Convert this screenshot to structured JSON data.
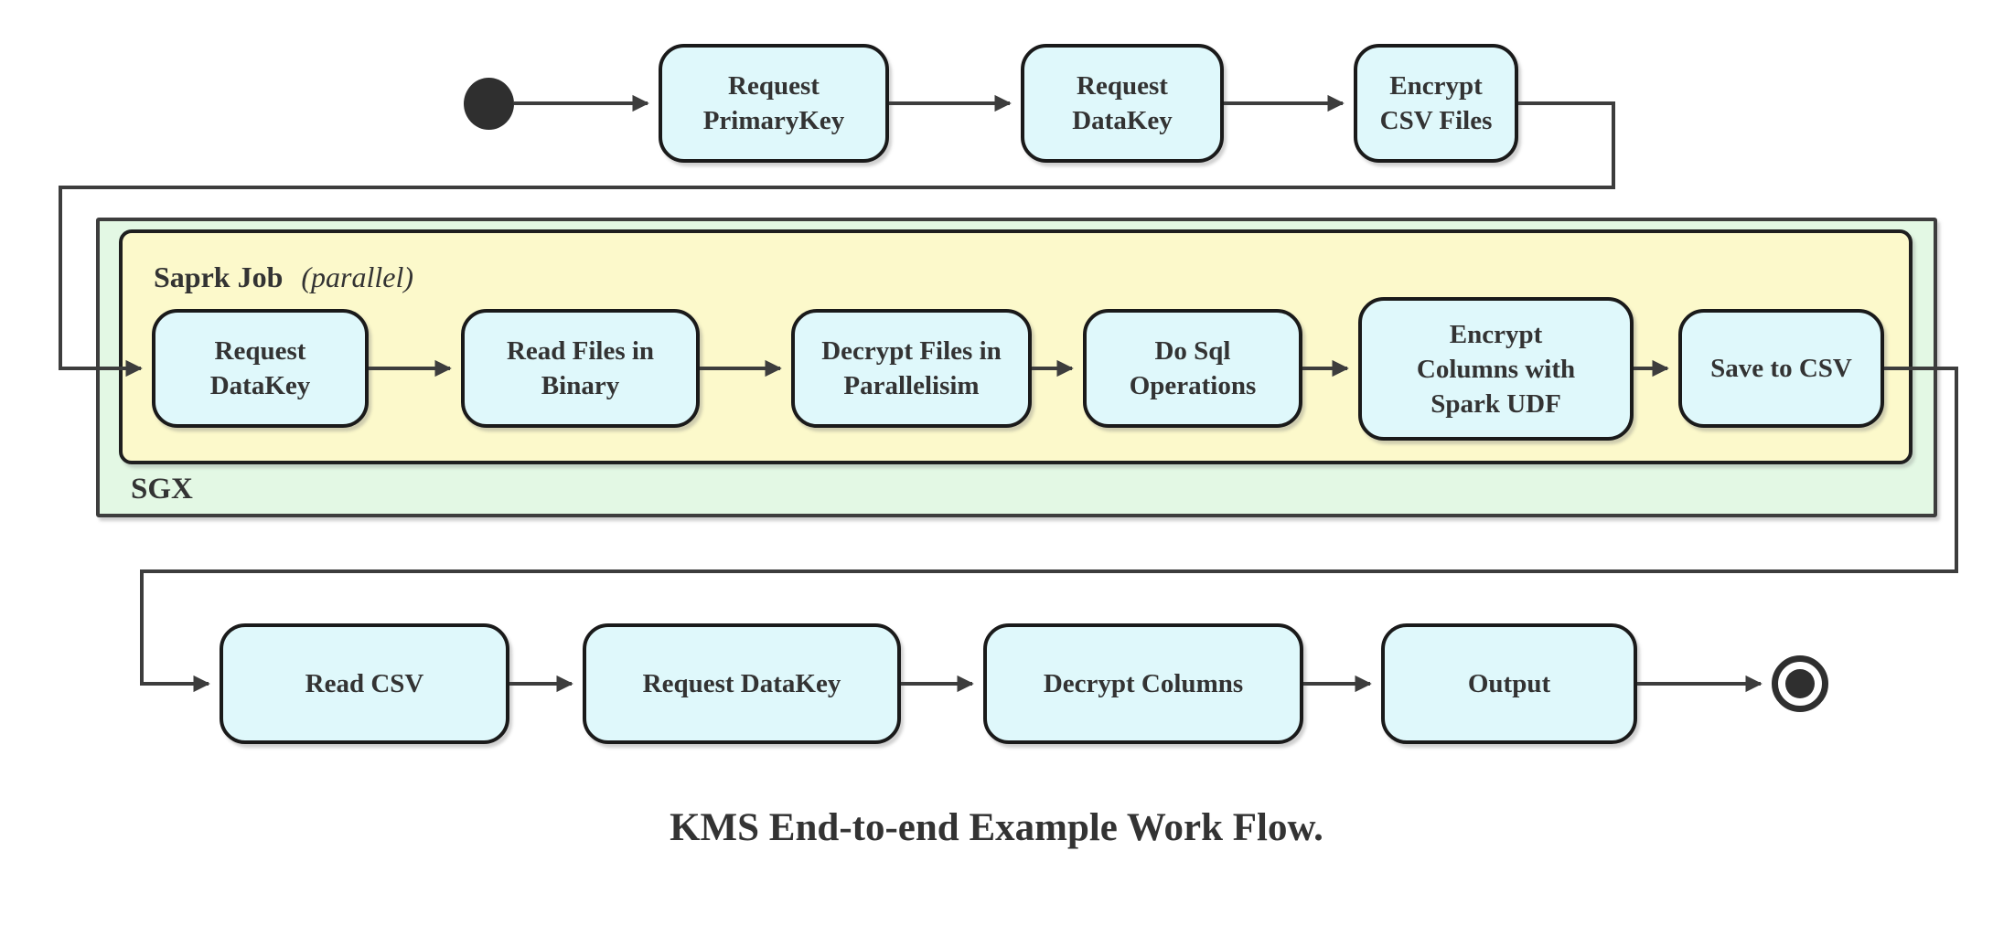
{
  "caption": "KMS End-to-end Example Work Flow.",
  "containers": {
    "sgx": {
      "label": "SGX"
    },
    "spark_job": {
      "title": "Saprk Job",
      "modifier": "(parallel)"
    }
  },
  "nodes": {
    "top_row": [
      {
        "id": "request-primarykey",
        "lines": [
          "Request",
          "PrimaryKey"
        ]
      },
      {
        "id": "request-datakey",
        "lines": [
          "Request",
          "DataKey"
        ]
      },
      {
        "id": "encrypt-csv-files",
        "lines": [
          "Encrypt",
          "CSV Files"
        ]
      }
    ],
    "spark_row": [
      {
        "id": "request-datakey-2",
        "lines": [
          "Request",
          "DataKey"
        ]
      },
      {
        "id": "read-files-in-binary",
        "lines": [
          "Read Files in",
          "Binary"
        ]
      },
      {
        "id": "decrypt-files-in-parallelisim",
        "lines": [
          "Decrypt Files in",
          "Parallelisim"
        ]
      },
      {
        "id": "do-sql-operations",
        "lines": [
          "Do Sql",
          "Operations"
        ]
      },
      {
        "id": "encrypt-columns-with-spark-udf",
        "lines": [
          "Encrypt",
          "Columns with",
          "Spark UDF"
        ]
      },
      {
        "id": "save-to-csv",
        "lines": [
          "Save to CSV"
        ]
      }
    ],
    "bottom_row": [
      {
        "id": "read-csv",
        "lines": [
          "Read CSV"
        ]
      },
      {
        "id": "request-datakey-3",
        "lines": [
          "Request DataKey"
        ]
      },
      {
        "id": "decrypt-columns",
        "lines": [
          "Decrypt Columns"
        ]
      },
      {
        "id": "output",
        "lines": [
          "Output"
        ]
      }
    ]
  },
  "flow_edges": [
    [
      "start",
      "Request PrimaryKey"
    ],
    [
      "Request PrimaryKey",
      "Request DataKey"
    ],
    [
      "Request DataKey",
      "Encrypt CSV Files"
    ],
    [
      "Encrypt CSV Files",
      "Request DataKey (Saprk Job)"
    ],
    [
      "Request DataKey (Saprk Job)",
      "Read Files in Binary"
    ],
    [
      "Read Files in Binary",
      "Decrypt Files in Parallelisim"
    ],
    [
      "Decrypt Files in Parallelisim",
      "Do Sql Operations"
    ],
    [
      "Do Sql Operations",
      "Encrypt Columns with Spark UDF"
    ],
    [
      "Encrypt Columns with Spark UDF",
      "Save to CSV"
    ],
    [
      "Save to CSV",
      "Read CSV"
    ],
    [
      "Read CSV",
      "Request DataKey (after SGX)"
    ],
    [
      "Request DataKey (after SGX)",
      "Decrypt Columns"
    ],
    [
      "Decrypt Columns",
      "Output"
    ],
    [
      "Output",
      "end"
    ]
  ],
  "colors": {
    "node_fill": "#dff8fb",
    "node_border": "#1a1a1a",
    "sgx_container_fill": "#e3f8e4",
    "sgx_container_border": "#3d3d3d",
    "spark_container_fill": "#fcf9cb",
    "spark_container_border": "#1f1f1f",
    "connector_line": "#3d3d3d",
    "text": "#333333",
    "background": "#ffffff"
  }
}
